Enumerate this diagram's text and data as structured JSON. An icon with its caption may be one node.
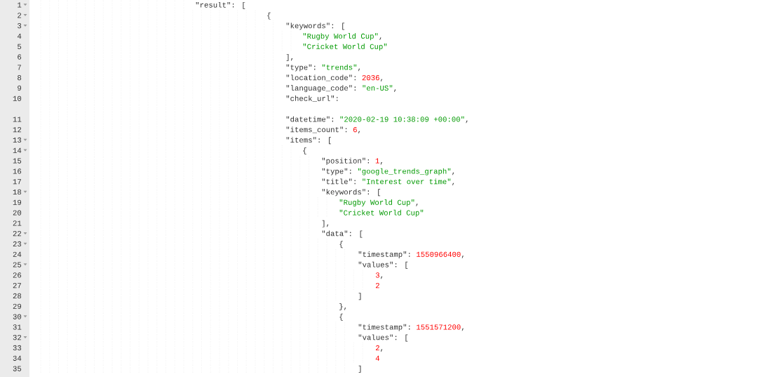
{
  "diagram": {
    "labels": [
      "1",
      "\"result\": [",
      "2",
      "{",
      "3",
      "\"keywords\": [",
      "4",
      "\"Rugby World Cup\"",
      ",",
      "5",
      "\"Cricket World Cup\"",
      "6",
      "],",
      "7",
      "\"type\":",
      "\"trends\"",
      ",",
      "8",
      "\"location_code\":",
      "2036",
      ",",
      "9",
      "\"language_code\":",
      "\"en-US\"",
      ",",
      "10",
      "\"check_url\":",
      "11",
      "\"datetime\":",
      "\"2020-02-19 10:38:09 +00:00\"",
      ",",
      "12",
      "\"items_count\":",
      "6",
      ",",
      "13",
      "\"items\": [",
      "14",
      "{",
      "15",
      "\"position\":",
      "1",
      ",",
      "16",
      "\"type\":",
      "\"google_trends_graph\"",
      ",",
      "17",
      "\"title\":",
      "\"Interest over time\"",
      ",",
      "18",
      "\"keywords\": [",
      "19",
      "\"Rugby World Cup\"",
      ",",
      "20",
      "\"Cricket World Cup\"",
      "21",
      "],",
      "22",
      "\"data\": [",
      "23",
      "{",
      "24",
      "\"timestamp\":",
      "1550966400",
      ",",
      "25",
      "\"values\": [",
      "26",
      "3",
      ",",
      "27",
      "2",
      "28",
      "]",
      "29",
      "},",
      "30",
      "{",
      "31",
      "\"timestamp\":",
      "1551571200",
      ",",
      "32",
      "\"values\": [",
      "33",
      "2",
      ",",
      "34",
      "4",
      "35",
      "]"
    ]
  }
}
